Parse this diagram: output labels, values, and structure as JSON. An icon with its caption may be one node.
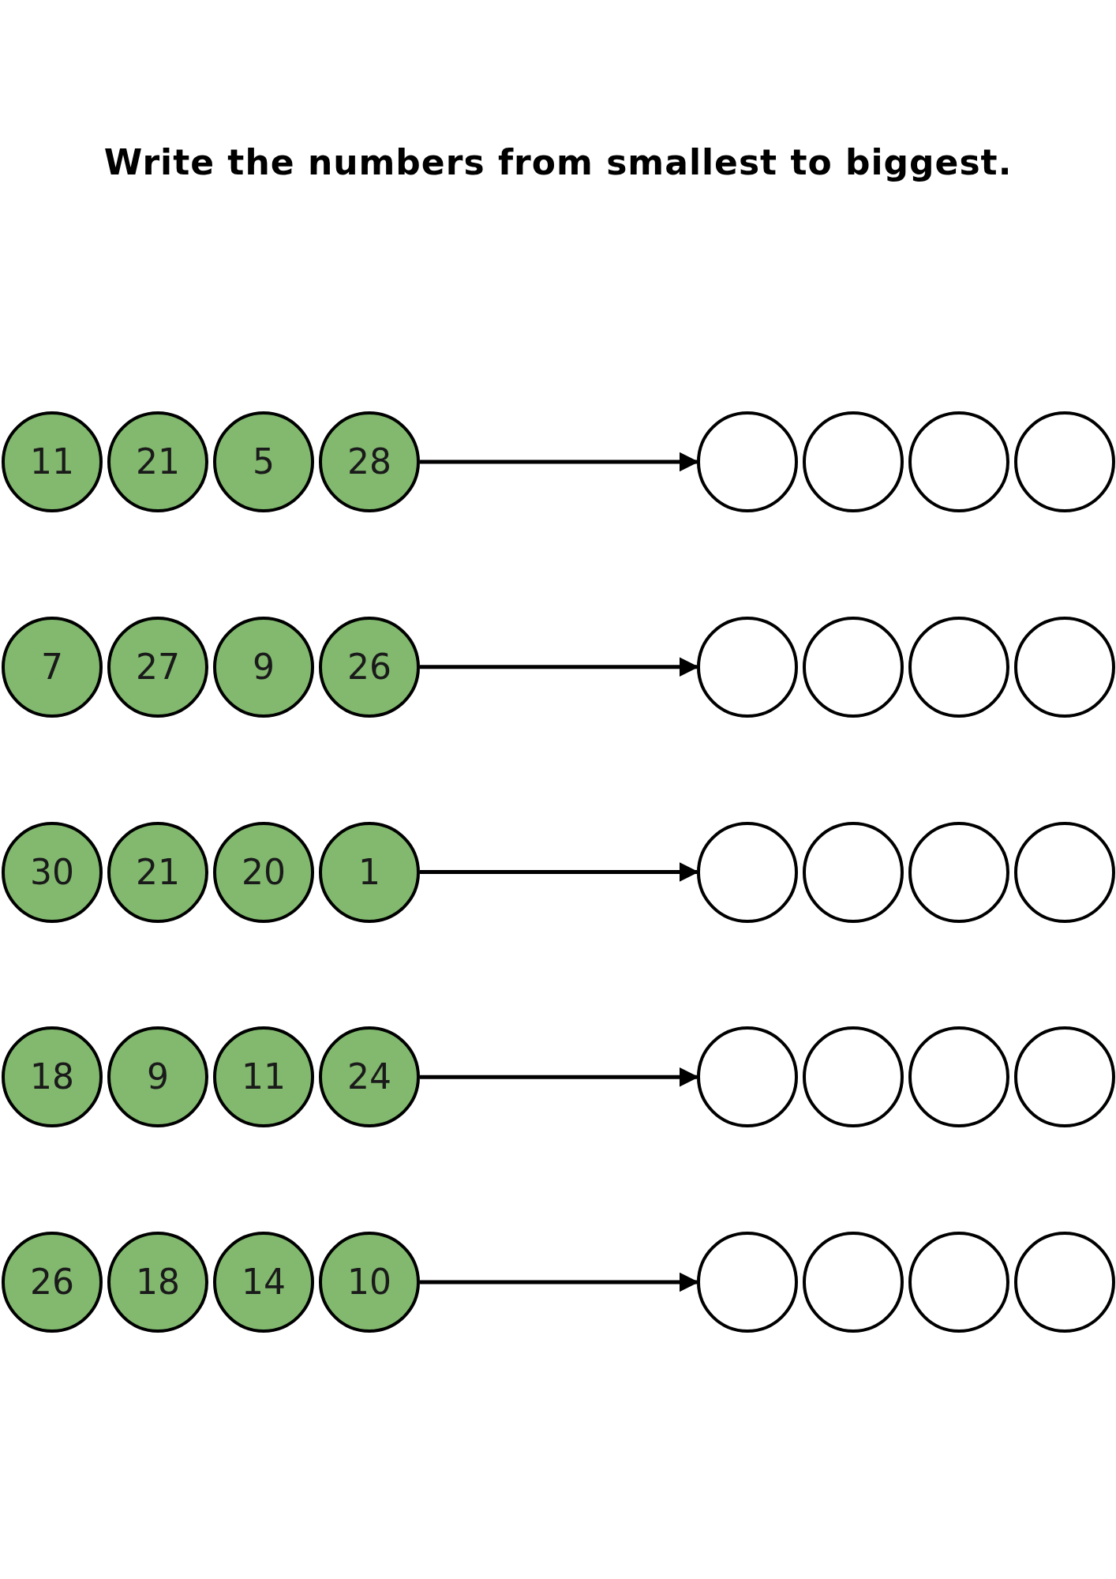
{
  "diagram": {
    "title": "Write the numbers from smallest to biggest.",
    "nodes": [
      {
        "text": [
          "11"
        ]
      },
      {
        "text": [
          "21"
        ]
      },
      {
        "text": [
          "5"
        ]
      },
      {
        "text": [
          "28"
        ]
      },
      {
        "text": [],
        "shape": "circle"
      },
      {
        "text": [],
        "shape": "circle"
      },
      {
        "text": [],
        "shape": "circle"
      },
      {
        "text": [],
        "shape": "circle"
      },
      {
        "text": [
          "7"
        ]
      },
      {
        "text": [
          "27"
        ]
      },
      {
        "text": [
          "9"
        ]
      },
      {
        "text": [
          "26"
        ]
      },
      {
        "text": [],
        "shape": "circle"
      },
      {
        "text": [],
        "shape": "circle"
      },
      {
        "text": [],
        "shape": "circle"
      },
      {
        "text": [],
        "shape": "circle"
      },
      {
        "text": [
          "30"
        ]
      },
      {
        "text": [
          "21"
        ]
      },
      {
        "text": [
          "20"
        ]
      },
      {
        "text": [
          "1"
        ]
      },
      {
        "text": [],
        "shape": "circle"
      },
      {
        "text": [],
        "shape": "circle"
      },
      {
        "text": [],
        "shape": "circle"
      },
      {
        "text": [],
        "shape": "circle"
      },
      {
        "text": [
          "18"
        ]
      },
      {
        "text": [
          "9"
        ]
      },
      {
        "text": [
          "11"
        ]
      },
      {
        "text": [
          "24"
        ]
      },
      {
        "text": [],
        "shape": "circle"
      },
      {
        "text": [],
        "shape": "circle"
      },
      {
        "text": [],
        "shape": "circle"
      },
      {
        "text": [],
        "shape": "circle"
      },
      {
        "text": [
          "26"
        ]
      },
      {
        "text": [
          "18"
        ]
      },
      {
        "text": [
          "14"
        ]
      },
      {
        "text": [
          "10"
        ]
      },
      {
        "text": [],
        "shape": "circle"
      },
      {
        "text": [],
        "shape": "circle"
      },
      {
        "text": [],
        "shape": "circle"
      },
      {
        "text": [],
        "shape": "circle"
      }
    ],
    "edges": [
      {
        "from": 3,
        "to": 4,
        "arrow": "to"
      },
      {
        "from": 11,
        "to": 12,
        "arrow": "to"
      },
      {
        "from": 19,
        "to": 20,
        "arrow": "to"
      },
      {
        "from": 27,
        "to": 28,
        "arrow": "to"
      },
      {
        "from": 35,
        "to": 36,
        "arrow": "to"
      }
    ]
  }
}
